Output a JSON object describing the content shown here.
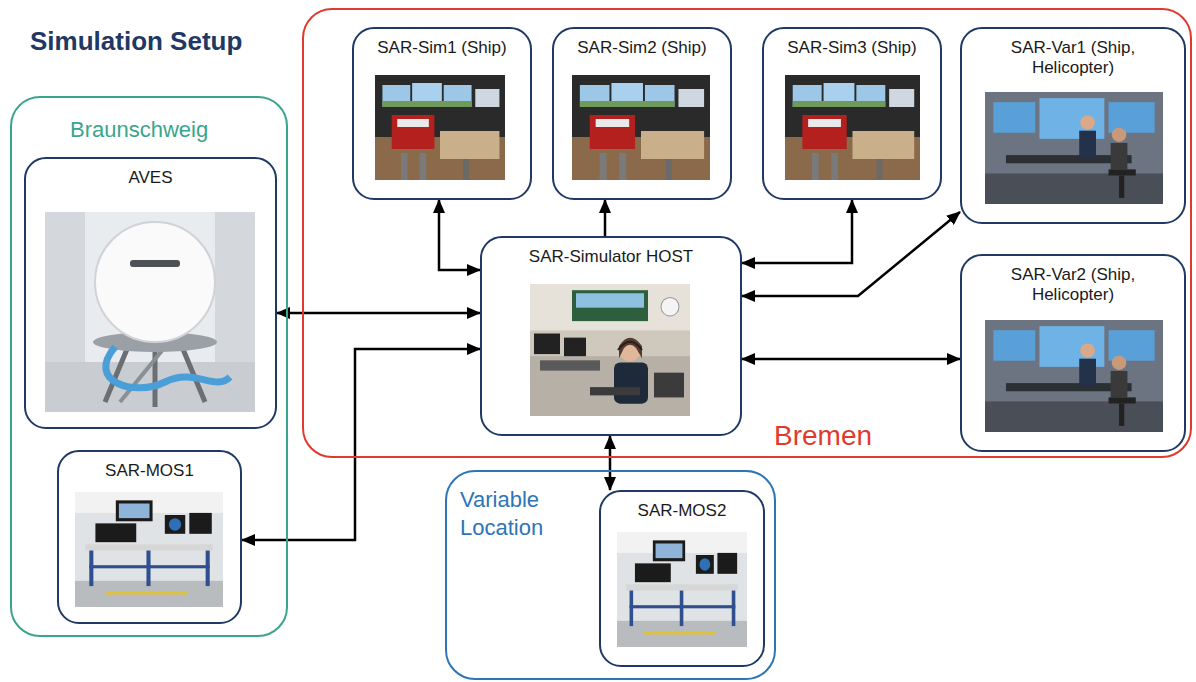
{
  "diagram": {
    "title": "Simulation Setup",
    "nodes": [
      {
        "text": [
          "Braunschweig"
        ]
      },
      {
        "text": [
          "AVES"
        ],
        "in": 0
      },
      {
        "text": [
          "SAR-MOS1"
        ],
        "in": 0
      },
      {
        "text": [
          "Bremen"
        ]
      },
      {
        "text": [
          "SAR-Sim1 (Ship)"
        ],
        "in": 3
      },
      {
        "text": [
          "SAR-Sim2 (Ship)"
        ],
        "in": 3
      },
      {
        "text": [
          "SAR-Sim3 (Ship)"
        ],
        "in": 3
      },
      {
        "text": [
          "SAR-Var1 (Ship, Helicopter)"
        ],
        "in": 3
      },
      {
        "text": [
          "SAR-Simulator HOST"
        ],
        "in": 3
      },
      {
        "text": [
          "SAR-Var2 (Ship, Helicopter)"
        ],
        "in": 3
      },
      {
        "text": [
          "Variable Location"
        ]
      },
      {
        "text": [
          "SAR-MOS2"
        ],
        "in": 10
      }
    ],
    "edges": [
      {
        "from": 8,
        "to": 4,
        "arrow": "both"
      },
      {
        "from": 8,
        "to": 5,
        "arrow": "to"
      },
      {
        "from": 8,
        "to": 6,
        "arrow": "both"
      },
      {
        "from": 8,
        "to": 7,
        "arrow": "both"
      },
      {
        "from": 8,
        "to": 9,
        "arrow": "both"
      },
      {
        "from": 8,
        "to": 1,
        "arrow": "both"
      },
      {
        "from": 8,
        "to": 2,
        "arrow": "both"
      },
      {
        "from": 8,
        "to": 11,
        "arrow": "both"
      }
    ]
  }
}
